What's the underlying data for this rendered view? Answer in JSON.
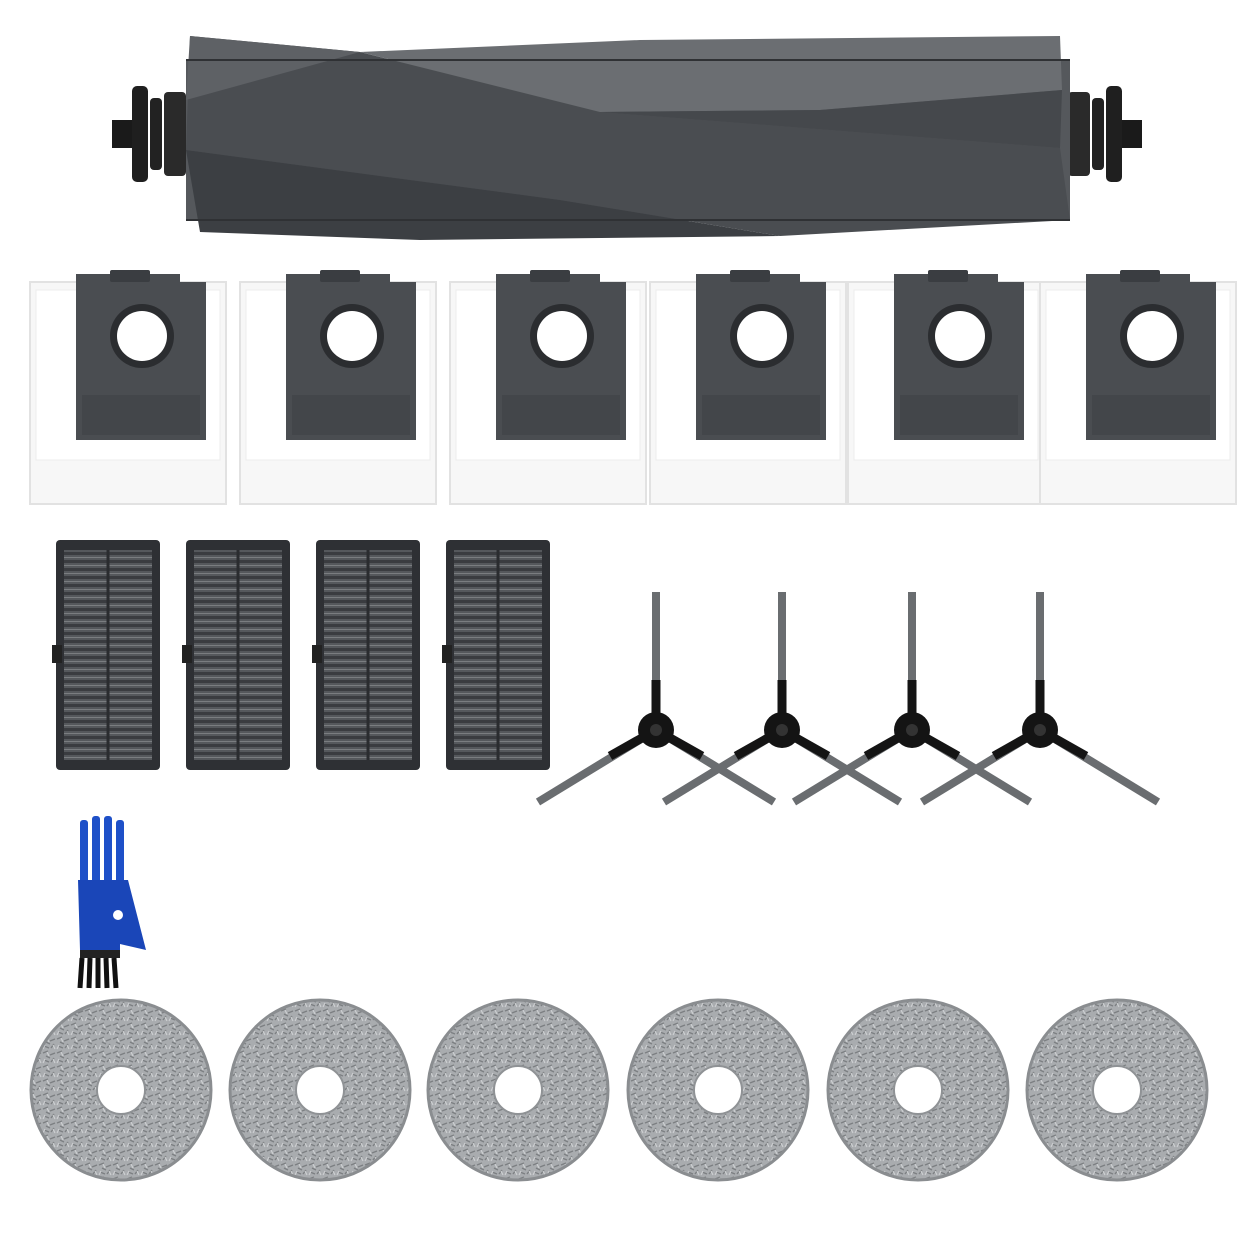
{
  "scene": {
    "background": "#ffffff",
    "kit": [
      {
        "part": "main-roller-brush",
        "count": 1
      },
      {
        "part": "dust-bag",
        "count": 6
      },
      {
        "part": "hepa-filter",
        "count": 4
      },
      {
        "part": "side-brush",
        "count": 4
      },
      {
        "part": "cleaning-tool",
        "count": 1
      },
      {
        "part": "mop-pad",
        "count": 6
      }
    ]
  },
  "colors": {
    "roller_body": "#55585c",
    "roller_dark": "#3c3f43",
    "roller_light": "#6e7175",
    "bag_fabric": "#f7f7f7",
    "bag_plate": "#4a4d51",
    "filter_frame": "#2e3034",
    "filter_pleat": "#5f6266",
    "brush_hub": "#141414",
    "brush_bristle": "#6a6d70",
    "tool_blue": "#1e50c8",
    "mop_gray": "#a9acaf",
    "mop_dark": "#8a8d90"
  },
  "icons": [
    "roller-brush-icon",
    "dust-bag-icon",
    "filter-icon",
    "side-brush-icon",
    "cleaning-tool-icon",
    "mop-pad-icon"
  ]
}
